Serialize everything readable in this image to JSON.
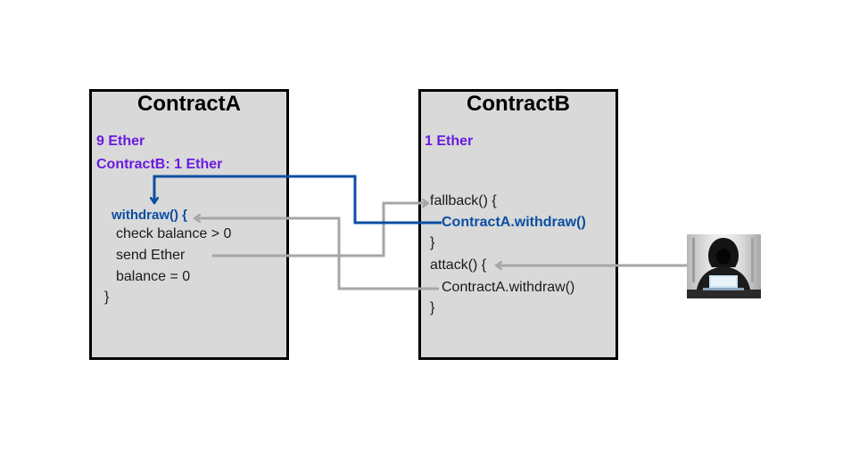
{
  "contract_a": {
    "title": "ContractA",
    "balance": "9 Ether",
    "ledger": "ContractB: 1 Ether",
    "code": {
      "withdraw": "withdraw() {",
      "check": "check balance > 0",
      "send": "send Ether",
      "reset": "balance = 0",
      "close": "}"
    }
  },
  "contract_b": {
    "title": "ContractB",
    "balance": "1 Ether",
    "code": {
      "fallback": "fallback() {",
      "reentry_call": "ContractA.withdraw()",
      "fallback_close": "}",
      "attack": "attack() {",
      "attack_call": "ContractA.withdraw()",
      "attack_close": "}"
    }
  },
  "colors": {
    "purple_text": "#6a1be0",
    "blue_flow": "#0b4ea2",
    "gray_flow": "#a6a6a6",
    "box_fill": "#d9d9d9"
  },
  "icons": {
    "attacker": "hooded-hacker-with-laptop-icon"
  }
}
